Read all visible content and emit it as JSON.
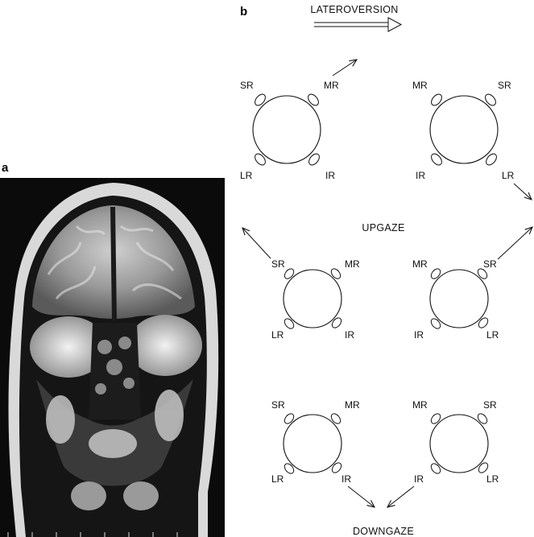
{
  "figure": {
    "panel_a_label": "a",
    "panel_b_label": "b"
  },
  "diagram": {
    "caption_top": "LATEROVERSION",
    "caption_mid": "UPGAZE",
    "caption_bottom": "DOWNGAZE",
    "eyes": {
      "lat_left": {
        "tl": "SR",
        "tr": "MR",
        "bl": "LR",
        "br": "IR"
      },
      "lat_right": {
        "tl": "MR",
        "tr": "SR",
        "bl": "IR",
        "br": "LR"
      },
      "up_left": {
        "tl": "SR",
        "tr": "MR",
        "bl": "LR",
        "br": "IR"
      },
      "up_right": {
        "tl": "MR",
        "tr": "SR",
        "bl": "IR",
        "br": "LR"
      },
      "down_left": {
        "tl": "SR",
        "tr": "MR",
        "bl": "LR",
        "br": "IR"
      },
      "down_right": {
        "tl": "MR",
        "tr": "SR",
        "bl": "IR",
        "br": "LR"
      }
    }
  },
  "colors": {
    "ink": "#111111",
    "mri_background": "#0b0b0b"
  }
}
